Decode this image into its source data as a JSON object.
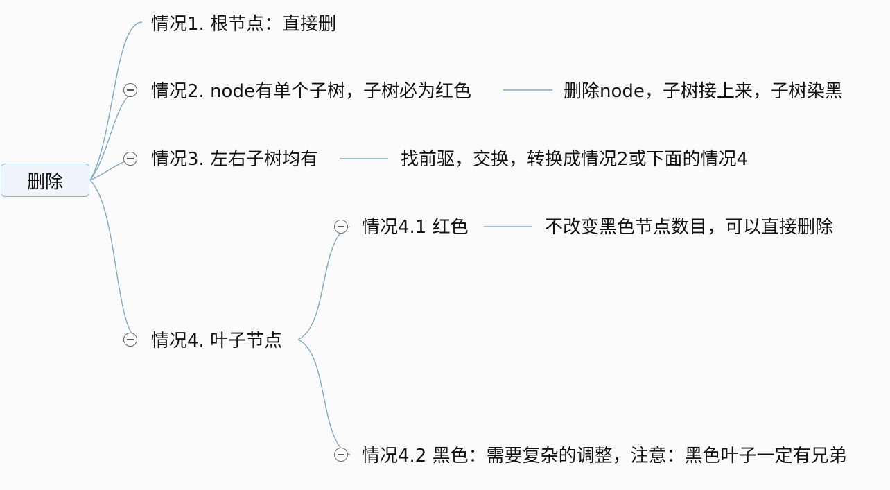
{
  "root": {
    "label": "删除"
  },
  "cases": [
    {
      "label": "情况1. 根节点：直接删"
    },
    {
      "label": "情况2. node有单个子树，子树必为红色",
      "detail": "删除node，子树接上来，子树染黑"
    },
    {
      "label": "情况3. 左右子树均有",
      "detail": "找前驱，交换，转换成情况2或下面的情况4"
    },
    {
      "label": "情况4. 叶子节点",
      "children": [
        {
          "label": "情况4.1 红色",
          "detail": "不改变黑色节点数目，可以直接删除"
        },
        {
          "label": "情况4.2 黑色：需要复杂的调整，注意：黑色叶子一定有兄弟"
        }
      ]
    }
  ],
  "colors": {
    "connector": "#7fa7c2",
    "root_border": "#8fb2cc",
    "root_fill": "#eef4f9",
    "background": "#fbfbfb"
  },
  "icons": {
    "collapse": "circle-minus-icon"
  }
}
